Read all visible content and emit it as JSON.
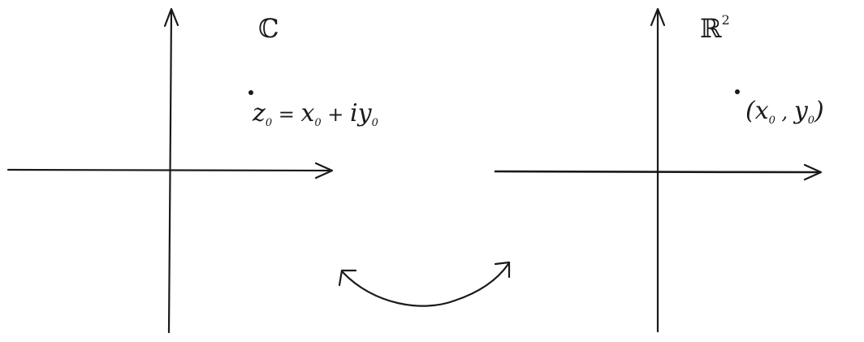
{
  "diagram": {
    "left_plane": {
      "label": "ℂ",
      "point": {
        "z_letter": "z",
        "z_sub": "0",
        "equals": " = ",
        "x_letter": "x",
        "x_sub": "0",
        "plus": " + ",
        "i_letter": "i",
        "y_letter": "y",
        "y_sub": "0"
      }
    },
    "right_plane": {
      "label_base": "ℝ",
      "label_sup": "2",
      "point": {
        "open": "(",
        "x_letter": "x",
        "x_sub": "0",
        "comma": " , ",
        "y_letter": "y",
        "y_sub": "0",
        "close": ")"
      }
    },
    "colors": {
      "ink": "#1a1a1a",
      "background": "#ffffff"
    }
  }
}
